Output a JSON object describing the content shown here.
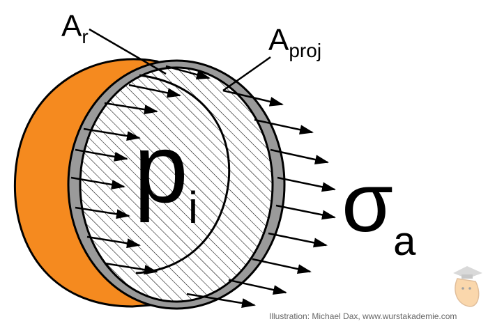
{
  "labels": {
    "a_r_main": "A",
    "a_r_sub": "r",
    "a_proj_main": "A",
    "a_proj_sub": "proj",
    "p_main": "p",
    "p_sub": "i",
    "sigma_main": "σ",
    "sigma_sub": "a"
  },
  "credit": "Illustration: Michael Dax, www.wurstakademie.com",
  "colors": {
    "pipe_outer": "#F58A1F",
    "pipe_wall": "#9a9a9a",
    "outline": "#000000",
    "hatch": "#000000",
    "logo_accent": "#F6B86A"
  },
  "icons": {
    "logo": "graduation-cap-sausage-icon"
  }
}
